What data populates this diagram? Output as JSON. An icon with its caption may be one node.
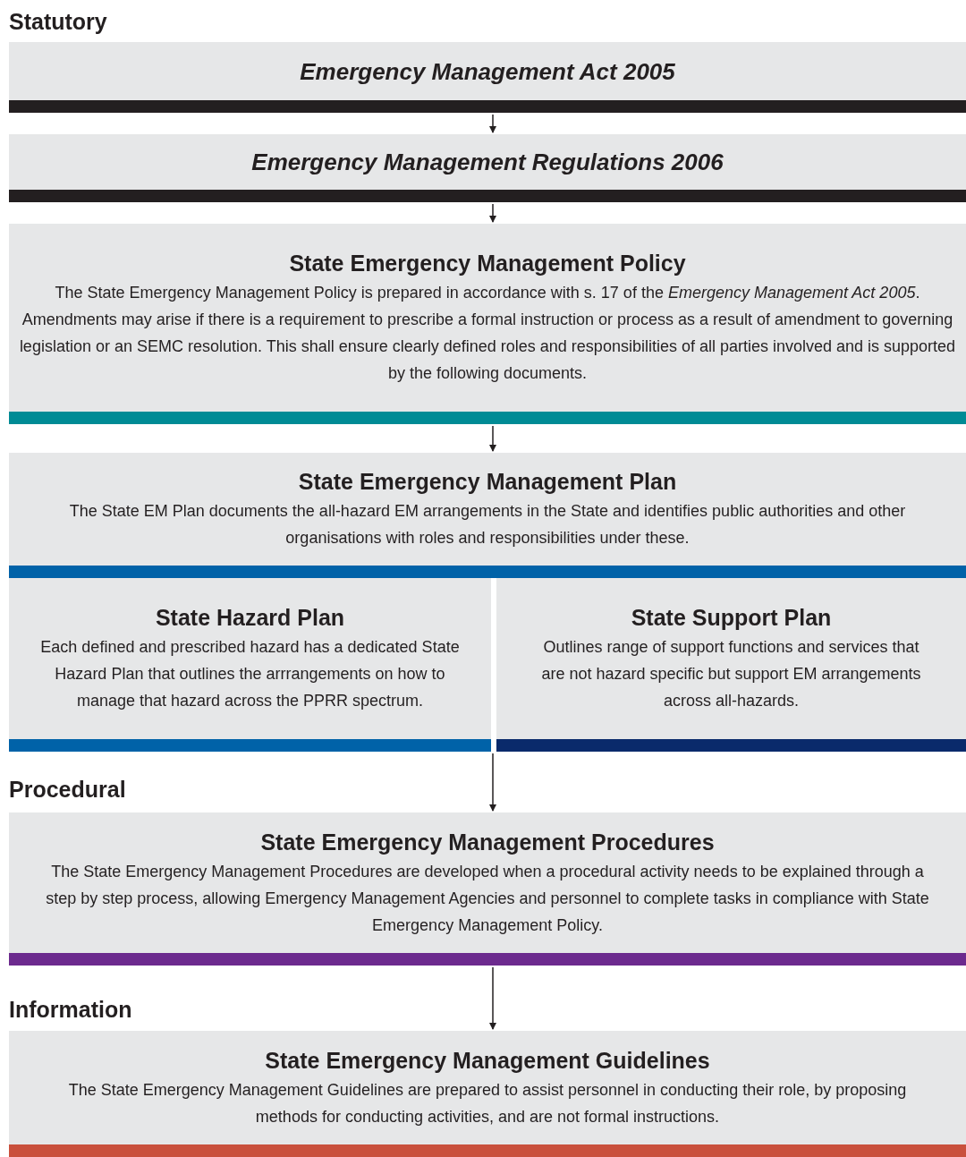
{
  "diagram": {
    "nodes": [
      {
        "text": [
          "Emergency Management Act 2005"
        ]
      },
      {
        "text": [
          "Emergency Management Regulations 2006"
        ]
      },
      {
        "text": [
          "State Emergency Management Policy",
          "The State Emergency Management Policy is prepared in accordance with s. 17 of the *Emergency Management Act 2005*. Amendments may arise if there is a requirement to prescribe a formal instruction or process as a result of amendment to governing legislation or an SEMC resolution. This shall ensure clearly defined roles and responsibilities of all parties involved and is supported by the following documents."
        ]
      },
      {
        "text": [
          "State Emergency Management Plan",
          "The State EM Plan documents the all-hazard EM arrangements in the State and identifies public authorities and other organisations with roles and responsibilities under these."
        ]
      },
      {
        "text": [
          "State Hazard Plan",
          "Each defined and prescribed hazard has a dedicated State Hazard Plan that outlines the arrrangements on how to manage that hazard across the PPRR spectrum."
        ]
      },
      {
        "text": [
          "State Support Plan",
          "Outlines range of support functions and services that are not hazard specific but support EM arrangements across all-hazards."
        ]
      },
      {
        "text": [
          "State Emergency Management Procedures",
          "The State Emergency Management Procedures are developed when a procedural activity needs to be explained through a step by step process, allowing Emergency Management Agencies and personnel to complete tasks in compliance with State Emergency Management Policy."
        ]
      },
      {
        "text": [
          "State Emergency Management Guidelines",
          "The State Emergency Management Guidelines are prepared to assist personnel in conducting their role, by proposing methods for conducting activities, and are not formal instructions."
        ]
      }
    ],
    "edges": [
      {
        "from": 0,
        "to": 1,
        "arrow": "to"
      },
      {
        "from": 1,
        "to": 2,
        "arrow": "to"
      },
      {
        "from": 2,
        "to": 3,
        "arrow": "to"
      },
      {
        "from": 4,
        "to": 6,
        "arrow": "to"
      },
      {
        "from": 5,
        "to": 6,
        "arrow": "to"
      },
      {
        "from": 6,
        "to": 7,
        "arrow": "to"
      }
    ],
    "labels": [
      "Statutory",
      "Procedural",
      "Information"
    ]
  }
}
